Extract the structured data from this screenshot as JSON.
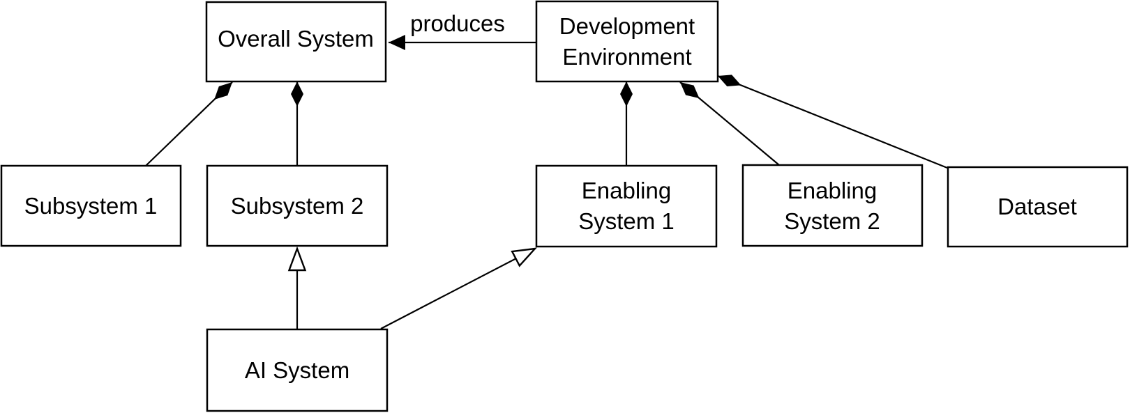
{
  "diagram": {
    "kind": "uml-block-definition-diagram",
    "colors": {
      "background": "#ffffff",
      "node_fill": "#ffffff",
      "stroke": "#000000",
      "text": "#000000"
    },
    "nodes": [
      {
        "id": "overall-system",
        "lines": [
          "Overall System"
        ]
      },
      {
        "id": "development-environment",
        "lines": [
          "Development",
          "Environment"
        ]
      },
      {
        "id": "subsystem-1",
        "lines": [
          "Subsystem 1"
        ]
      },
      {
        "id": "subsystem-2",
        "lines": [
          "Subsystem 2"
        ]
      },
      {
        "id": "enabling-system-1",
        "lines": [
          "Enabling",
          "System 1"
        ]
      },
      {
        "id": "enabling-system-2",
        "lines": [
          "Enabling",
          "System 2"
        ]
      },
      {
        "id": "dataset",
        "lines": [
          "Dataset"
        ]
      },
      {
        "id": "ai-system",
        "lines": [
          "AI System"
        ]
      }
    ],
    "edges": [
      {
        "from": "development-environment",
        "to": "overall-system",
        "type": "directed-arrow",
        "label": "produces"
      },
      {
        "from": "overall-system",
        "to": "subsystem-1",
        "type": "composition",
        "label": ""
      },
      {
        "from": "overall-system",
        "to": "subsystem-2",
        "type": "composition",
        "label": ""
      },
      {
        "from": "development-environment",
        "to": "enabling-system-1",
        "type": "composition",
        "label": ""
      },
      {
        "from": "development-environment",
        "to": "enabling-system-2",
        "type": "composition",
        "label": ""
      },
      {
        "from": "development-environment",
        "to": "dataset",
        "type": "composition",
        "label": ""
      },
      {
        "from": "ai-system",
        "to": "subsystem-2",
        "type": "generalization",
        "label": ""
      },
      {
        "from": "ai-system",
        "to": "enabling-system-1",
        "type": "generalization",
        "label": ""
      }
    ]
  }
}
